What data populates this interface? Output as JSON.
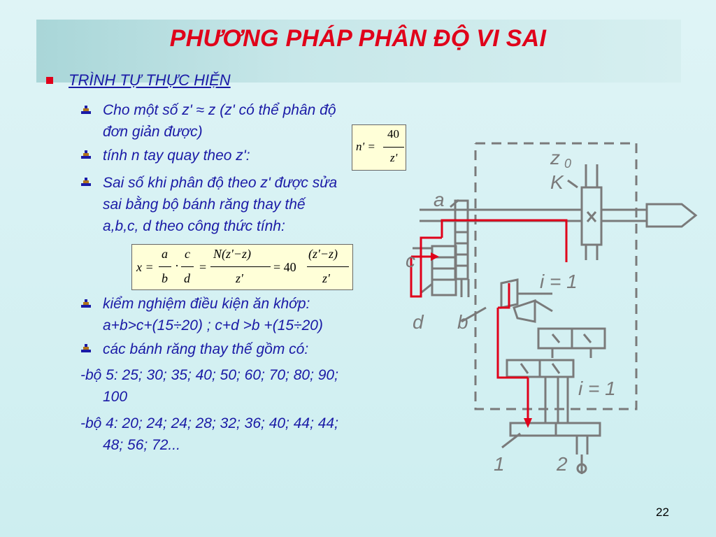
{
  "title": "PHƯƠNG PHÁP PHÂN ĐỘ VI SAI",
  "section": "TRÌNH TỰ THỰC HIỆN",
  "bullets": [
    {
      "line1": "Cho một số z' ≈ z (z' có thể phân độ",
      "line2": "đơn giản được)"
    },
    {
      "line1": "tính n tay quay theo z':"
    },
    {
      "line1": "Sai số khi phân độ theo z' được sửa",
      "line2": "sai bằng bộ bánh răng thay thế",
      "line3": "a,b,c, d theo công thức tính:"
    },
    {
      "line1": "kiểm nghiệm điều kiện ăn khớp:",
      "line2": "a+b>c+(15÷20) ; c+d >b +(15÷20)"
    },
    {
      "line1": "các bánh răng thay thế gồm có:"
    }
  ],
  "sets": [
    {
      "line1": "-bộ 5: 25; 30; 35; 40; 50; 60; 70; 80; 90;",
      "line2": "100"
    },
    {
      "line1": "-bộ 4: 20; 24; 24; 28; 32; 36; 40; 44; 44;",
      "line2": "48; 56; 72..."
    }
  ],
  "formula1": {
    "lhs": "n' =",
    "num": "40",
    "den": "z'"
  },
  "formula2": {
    "x": "x =",
    "a": "a",
    "b": "b",
    "c": "c",
    "d": "d",
    "eq": "=",
    "dot": "·",
    "n_num": "N(z'−z)",
    "n_den": "z'",
    "forty": "= 40",
    "m_num": "(z'−z)",
    "m_den": "z'"
  },
  "diagram": {
    "z0": "z",
    "z0_sub": "0",
    "K": "K",
    "a": "a",
    "c": "c",
    "d": "d",
    "b": "b",
    "i1_top": "i = 1",
    "i1_bottom": "i = 1",
    "one": "1",
    "two": "2"
  },
  "page_number": "22",
  "colors": {
    "title": "#e0001a",
    "text": "#1a1aa6",
    "diagram": "#777777",
    "highlight": "#e0001a"
  }
}
